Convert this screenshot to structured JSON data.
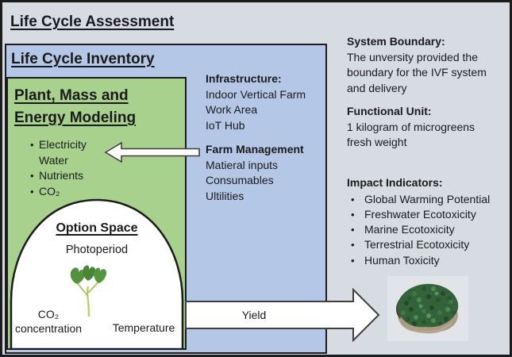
{
  "colors": {
    "outer_bg": "#d7dce3",
    "inventory_bg": "#b5c7e6",
    "modeling_bg": "#a9d18e",
    "dome_fill": "#ffffff",
    "border": "#1c1c1c",
    "arrow_fill": "#ffffff",
    "arrow_stroke": "#3f3f3f",
    "text": "#1a1a1a",
    "seedling_leaf": "#4e8f3e",
    "microgreens_green": "#34623a"
  },
  "titles": {
    "lca": "Life Cycle Assessment",
    "lci": "Life Cycle Inventory",
    "modeling_line1": "Plant, Mass and",
    "modeling_line2": "Energy Modeling"
  },
  "modeling_inputs": {
    "items": [
      {
        "label": "Electricity",
        "label2": "Water"
      },
      {
        "label": "Nutrients"
      },
      {
        "label": "CO₂"
      }
    ]
  },
  "option_space": {
    "title": "Option Space",
    "top_label": "Photoperiod",
    "bottom_left_line1": "CO₂",
    "bottom_left_line2": "concentration",
    "bottom_right_label": "Temperature"
  },
  "middle_column": {
    "infrastructure": {
      "heading": "Infrastructure:",
      "items": [
        "Indoor Vertical Farm",
        "Work Area",
        "IoT Hub"
      ]
    },
    "farm_management": {
      "heading": "Farm Management",
      "items": [
        "Matieral inputs",
        "Consumables",
        "Ultilities"
      ]
    }
  },
  "right_column": {
    "system_boundary": {
      "heading": "System Boundary:",
      "body": "The unversity provided the boundary for the IVF system and delivery"
    },
    "functional_unit": {
      "heading": "Functional Unit:",
      "body": "1 kilogram of microgreens fresh weight"
    },
    "impact_indicators": {
      "heading": "Impact Indicators:",
      "items": [
        "Global Warming Potential",
        "Freshwater Ecotoxicity",
        "Marine Ecotoxicity",
        "Terrestrial Ecotoxicity",
        "Human Toxicity"
      ]
    }
  },
  "arrows": {
    "yield_label": "Yield"
  }
}
